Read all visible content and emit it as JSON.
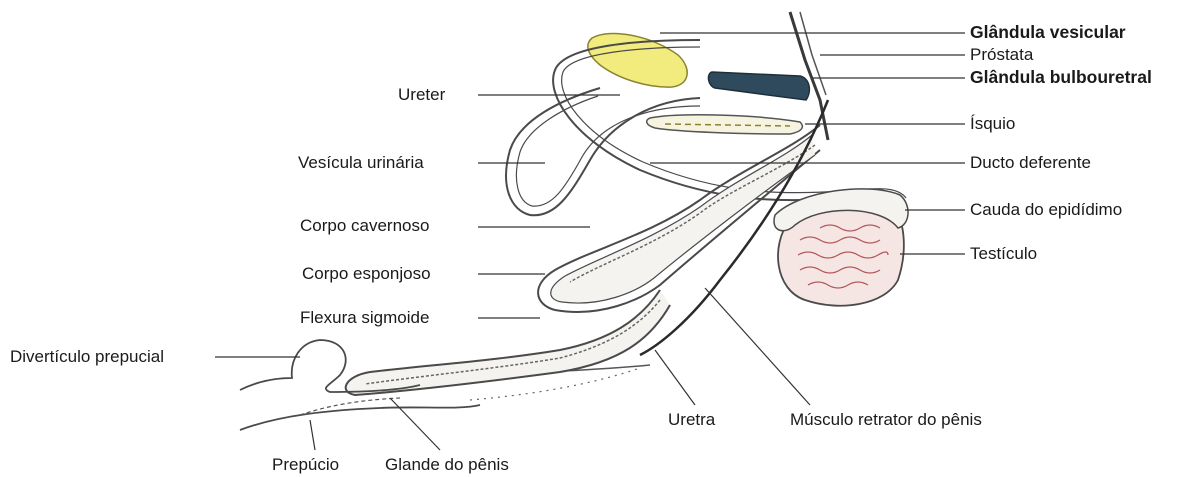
{
  "colors": {
    "background": "#ffffff",
    "outline": "#4a4a4a",
    "seminal_vesicle": "#f2ec7e",
    "bulbourethral_gland": "#2e4a5c",
    "testis": "#f5e6e3",
    "testis_lines": "#b0555a",
    "tissue_fill": "#f4f3ef"
  },
  "labels": {
    "glandula_vesicular": "Glândula vesicular",
    "prostata": "Próstata",
    "glandula_bulbouretral": "Glândula bulbouretral",
    "isquio": "Ísquio",
    "ducto_deferente": "Ducto deferente",
    "cauda_epididimo": "Cauda do epidídimo",
    "testiculo": "Testículo",
    "ureter": "Ureter",
    "vesicula_urinaria": "Vesícula urinária",
    "corpo_cavernoso": "Corpo cavernoso",
    "corpo_esponjoso": "Corpo esponjoso",
    "flexura_sigmoide": "Flexura sigmoide",
    "diverticulo_prepucial": "Divertículo prepucial",
    "uretra": "Uretra",
    "musculo_retrator": "Músculo retrator do pênis",
    "prepucio": "Prepúcio",
    "glande_penis": "Glande do pênis"
  }
}
